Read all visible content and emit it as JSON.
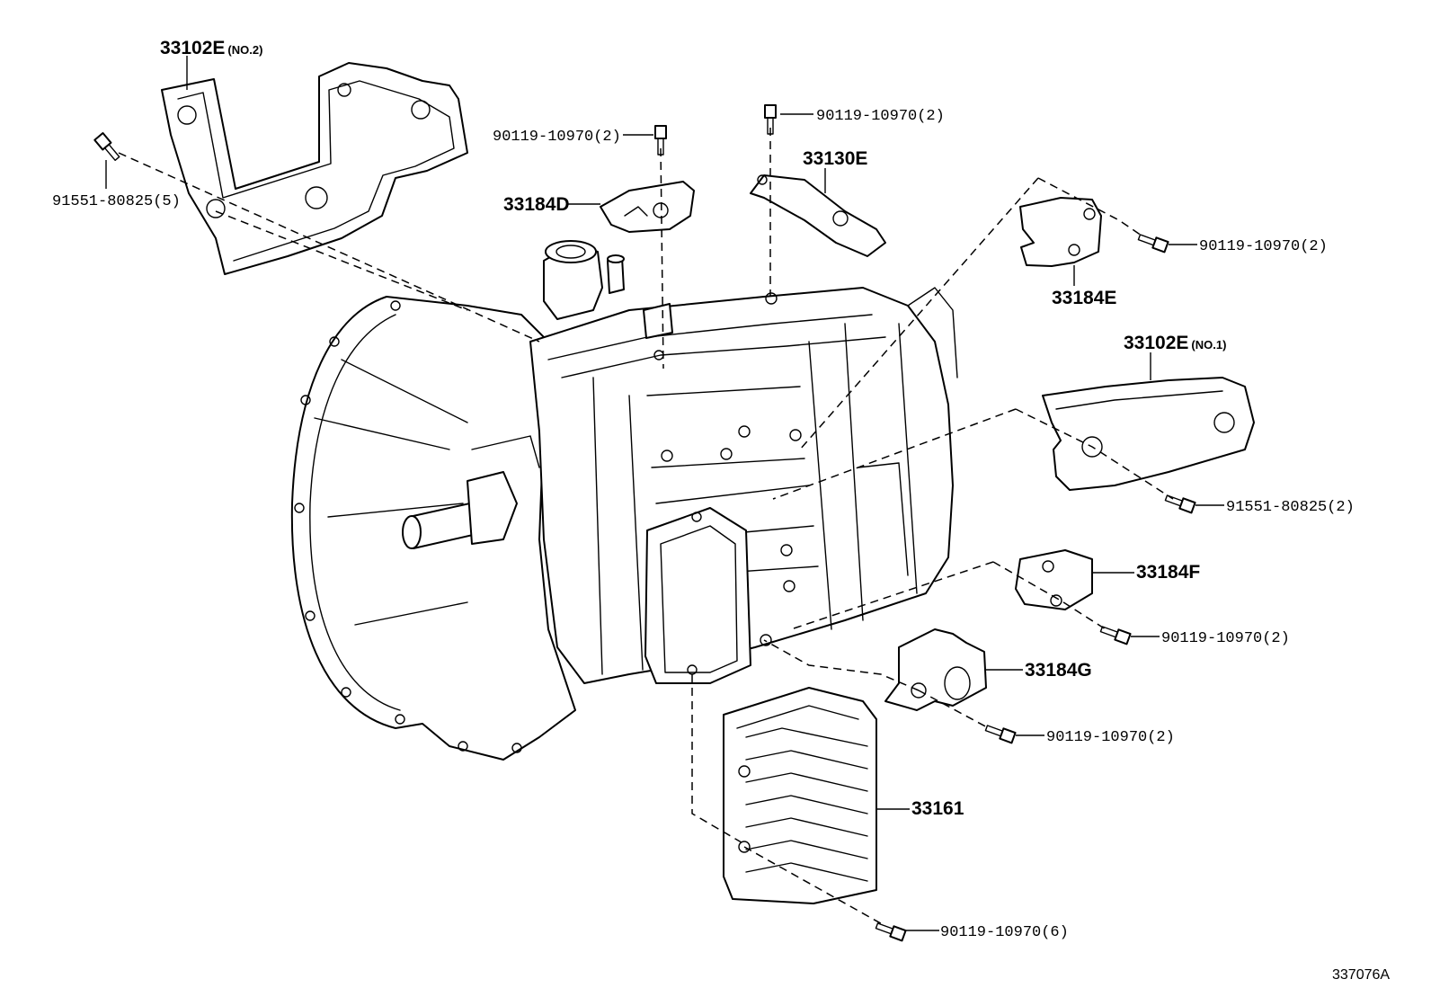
{
  "figure_number": "337076A",
  "parts": {
    "p33102e_no2": {
      "number": "33102E",
      "qualifier": "(NO.2)"
    },
    "p33102e_no1": {
      "number": "33102E",
      "qualifier": "(NO.1)"
    },
    "p33130e": {
      "number": "33130E"
    },
    "p33184d": {
      "number": "33184D"
    },
    "p33184e": {
      "number": "33184E"
    },
    "p33184f": {
      "number": "33184F"
    },
    "p33184g": {
      "number": "33184G"
    },
    "p33161": {
      "number": "33161"
    }
  },
  "bolts": {
    "b_91551_top": "91551-80825(5)",
    "b_90119_d": "90119-10970(2)",
    "b_90119_130e": "90119-10970(2)",
    "b_90119_e": "90119-10970(2)",
    "b_91551_no1": "91551-80825(2)",
    "b_90119_f": "90119-10970(2)",
    "b_90119_g": "90119-10970(2)",
    "b_90119_161": "90119-10970(6)"
  }
}
